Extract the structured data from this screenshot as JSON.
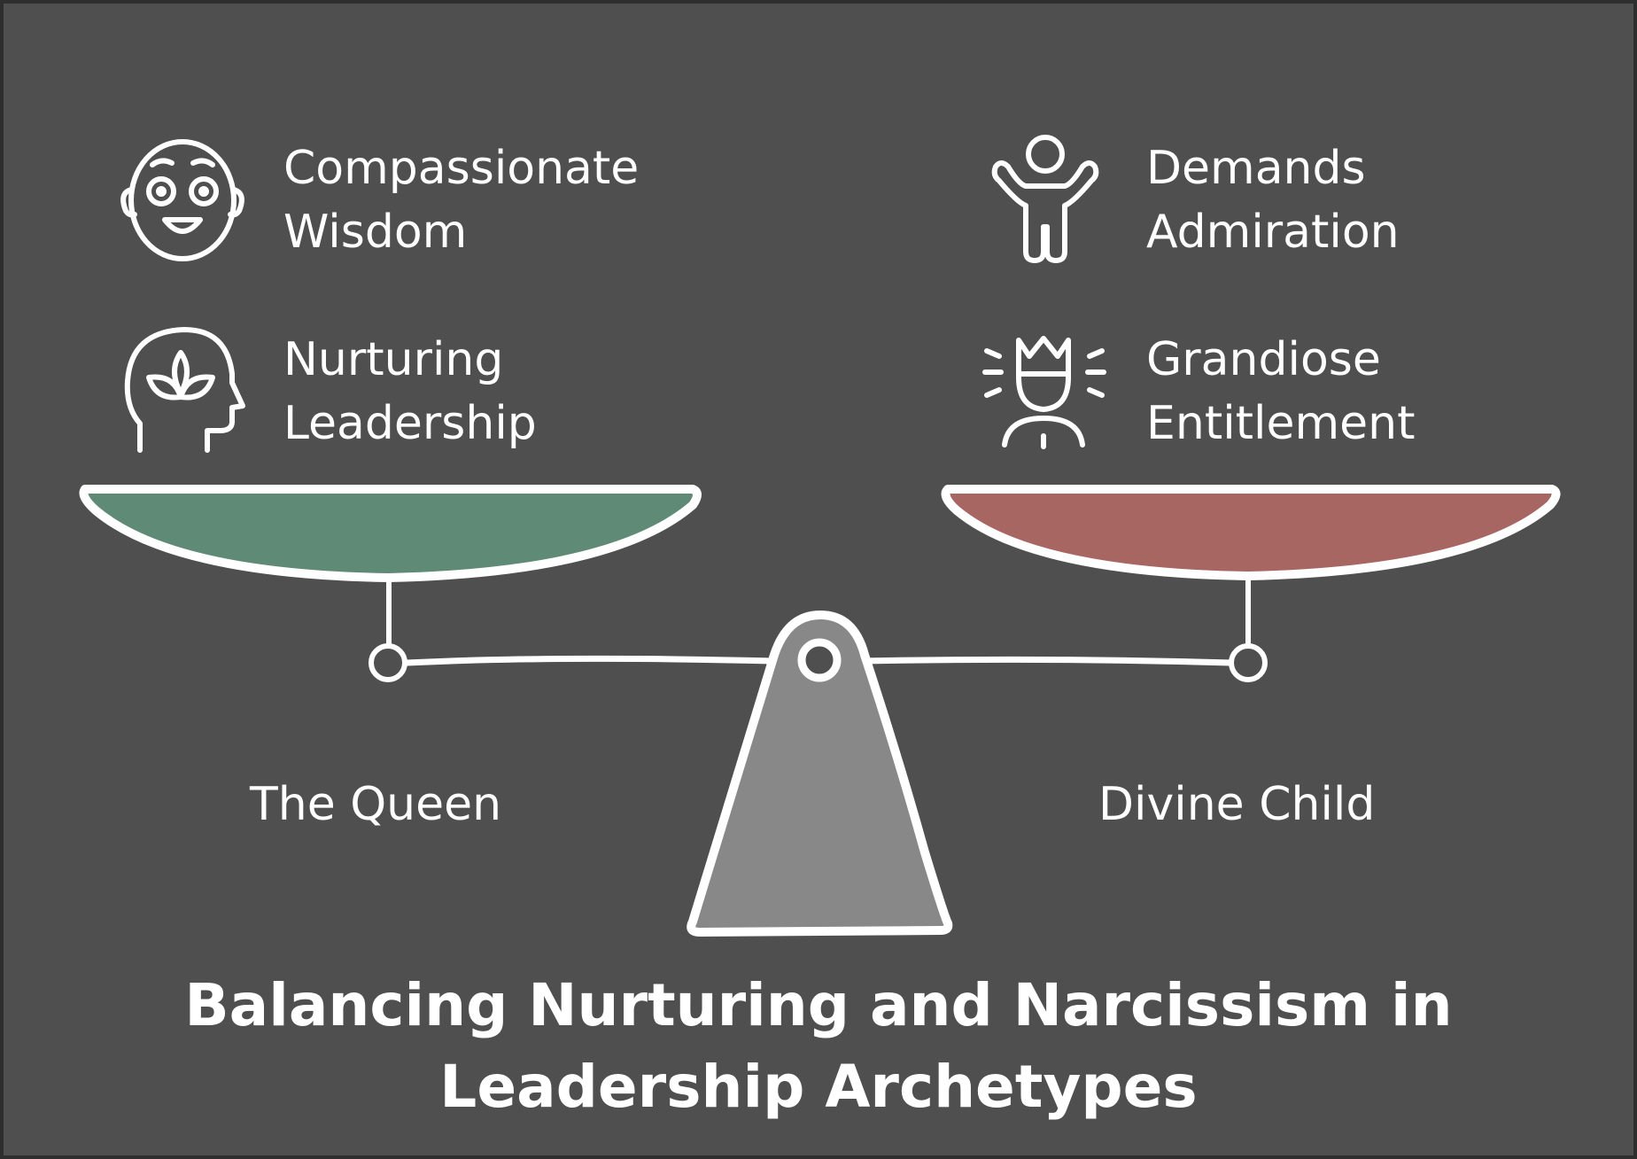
{
  "colors": {
    "background": "#4f4f4f",
    "stroke": "#ffffff",
    "left_pan_fill": "#5f8a76",
    "right_pan_fill": "#a86663",
    "fulcrum_fill": "#888888"
  },
  "left": {
    "name": "The Queen",
    "traits": [
      {
        "icon": "face-icon",
        "line1": "Compassionate",
        "line2": "Wisdom"
      },
      {
        "icon": "lotus-head-icon",
        "line1": "Nurturing",
        "line2": "Leadership"
      }
    ]
  },
  "right": {
    "name": "Divine Child",
    "traits": [
      {
        "icon": "child-figure-icon",
        "line1": "Demands",
        "line2": "Admiration"
      },
      {
        "icon": "crowned-person-icon",
        "line1": "Grandiose",
        "line2": "Entitlement"
      }
    ]
  },
  "title": {
    "line1": "Balancing Nurturing and Narcissism in",
    "line2": "Leadership Archetypes"
  }
}
